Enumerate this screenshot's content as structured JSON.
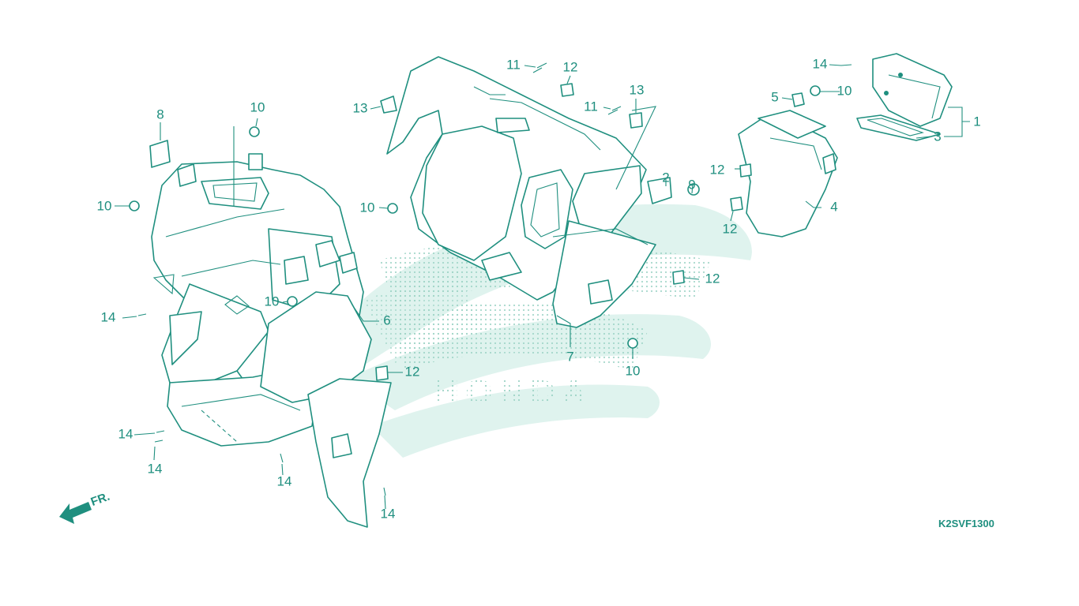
{
  "diagram": {
    "code": "K2SVF1300",
    "direction_label": "FR.",
    "callouts": [
      "1",
      "2",
      "3",
      "4",
      "5",
      "6",
      "7",
      "8",
      "9",
      "10",
      "11",
      "12",
      "13",
      "14"
    ],
    "colors": {
      "line": "#1f8f7f",
      "watermark": "#dff3ee",
      "dots": "#9ed4c6",
      "background": "#ffffff"
    },
    "watermark_icon": "honda-wing-logo-icon",
    "watermark_text": "HONDA"
  }
}
